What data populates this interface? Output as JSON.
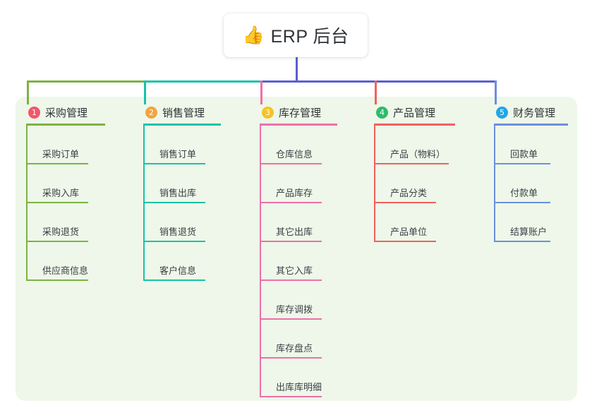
{
  "root": {
    "icon": "thumbs-up-emoji",
    "emoji": "👍",
    "title": "ERP 后台"
  },
  "palette": {
    "panel_bg": "#eef7e9",
    "page_bg": "#ffffff",
    "text": "#2f3338",
    "root_link": "#5b5fd0",
    "green": "#7cb342",
    "teal": "#17c3a8",
    "pink": "#ee6fa8",
    "red": "#f2615d",
    "blue": "#6b8fe0",
    "badge1": "#f2566a",
    "badge2": "#f5a33c",
    "badge3": "#f6c324",
    "badge4": "#2ebd6b",
    "badge5": "#24a5e8"
  },
  "columns": [
    {
      "number": "1",
      "title": "采购管理",
      "badge_color": "#f2566a",
      "line_color": "#7cb342",
      "items": [
        {
          "label": "采购订单"
        },
        {
          "label": "采购入库"
        },
        {
          "label": "采购退货"
        },
        {
          "label": "供应商信息"
        }
      ]
    },
    {
      "number": "2",
      "title": "销售管理",
      "badge_color": "#f5a33c",
      "line_color": "#17c3a8",
      "items": [
        {
          "label": "销售订单"
        },
        {
          "label": "销售出库"
        },
        {
          "label": "销售退货"
        },
        {
          "label": "客户信息"
        }
      ]
    },
    {
      "number": "3",
      "title": "库存管理",
      "badge_color": "#f6c324",
      "line_color": "#ee6fa8",
      "items": [
        {
          "label": "仓库信息"
        },
        {
          "label": "产品库存"
        },
        {
          "label": "其它出库"
        },
        {
          "label": "其它入库"
        },
        {
          "label": "库存调拨"
        },
        {
          "label": "库存盘点"
        },
        {
          "label": "出库库明细"
        }
      ]
    },
    {
      "number": "4",
      "title": "产品管理",
      "badge_color": "#2ebd6b",
      "line_color": "#f2615d",
      "items": [
        {
          "label": "产品（物料）"
        },
        {
          "label": "产品分类"
        },
        {
          "label": "产品单位"
        }
      ]
    },
    {
      "number": "5",
      "title": "财务管理",
      "badge_color": "#24a5e8",
      "line_color": "#6b8fe0",
      "items": [
        {
          "label": "回款单"
        },
        {
          "label": "付款单"
        },
        {
          "label": "结算账户"
        }
      ]
    }
  ]
}
